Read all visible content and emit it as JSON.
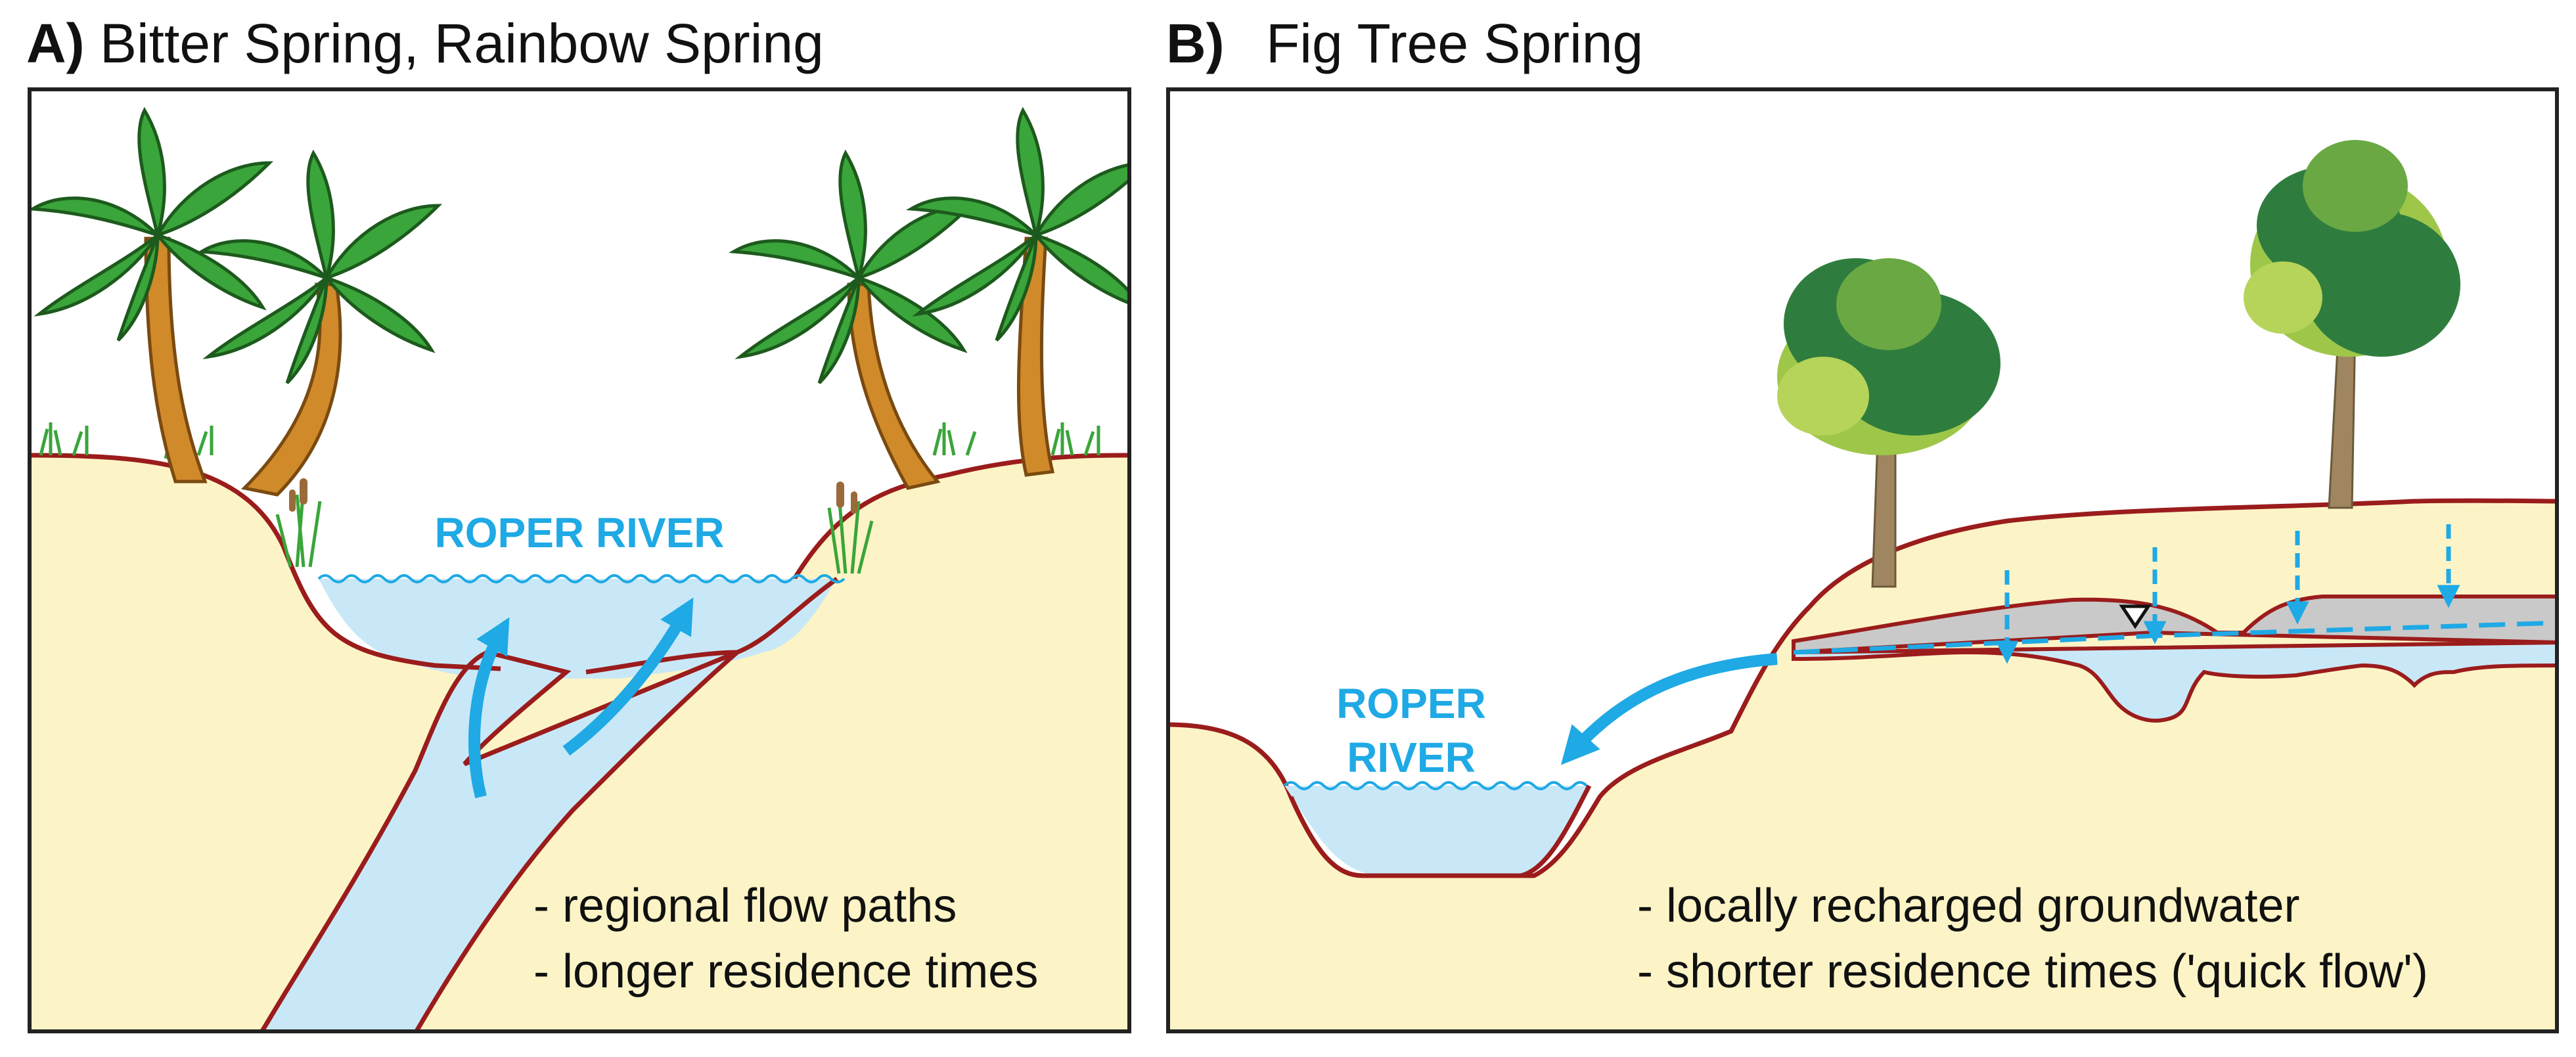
{
  "panel_a": {
    "letter": "A)",
    "title": "Bitter Spring, Rainbow Spring",
    "river_label": "ROPER RIVER",
    "notes": [
      "- regional flow paths",
      "- longer residence times"
    ]
  },
  "panel_b": {
    "letter": "B)",
    "title": "Fig Tree Spring",
    "river_label_lines": [
      "ROPER",
      "RIVER"
    ],
    "notes": [
      "- locally recharged groundwater",
      "- shorter residence times ('quick flow')"
    ]
  },
  "colors": {
    "ground": "#fcf4c6",
    "outline": "#9b1c1c",
    "water": "#c9e8f7",
    "flow_arrow": "#1fa9e5",
    "saturated_zone": "#c9c9c9",
    "palm_leaf": "#3aa53a",
    "palm_trunk": "#d08a2a",
    "tree_canopy": "#2f7d3e",
    "tree_trunk": "#a08660"
  },
  "icons": [
    "palm-tree-icon",
    "tree-icon",
    "reed-icon",
    "grass-icon",
    "water-table-symbol-icon",
    "recharge-arrow-icon",
    "flow-arrow-icon"
  ]
}
